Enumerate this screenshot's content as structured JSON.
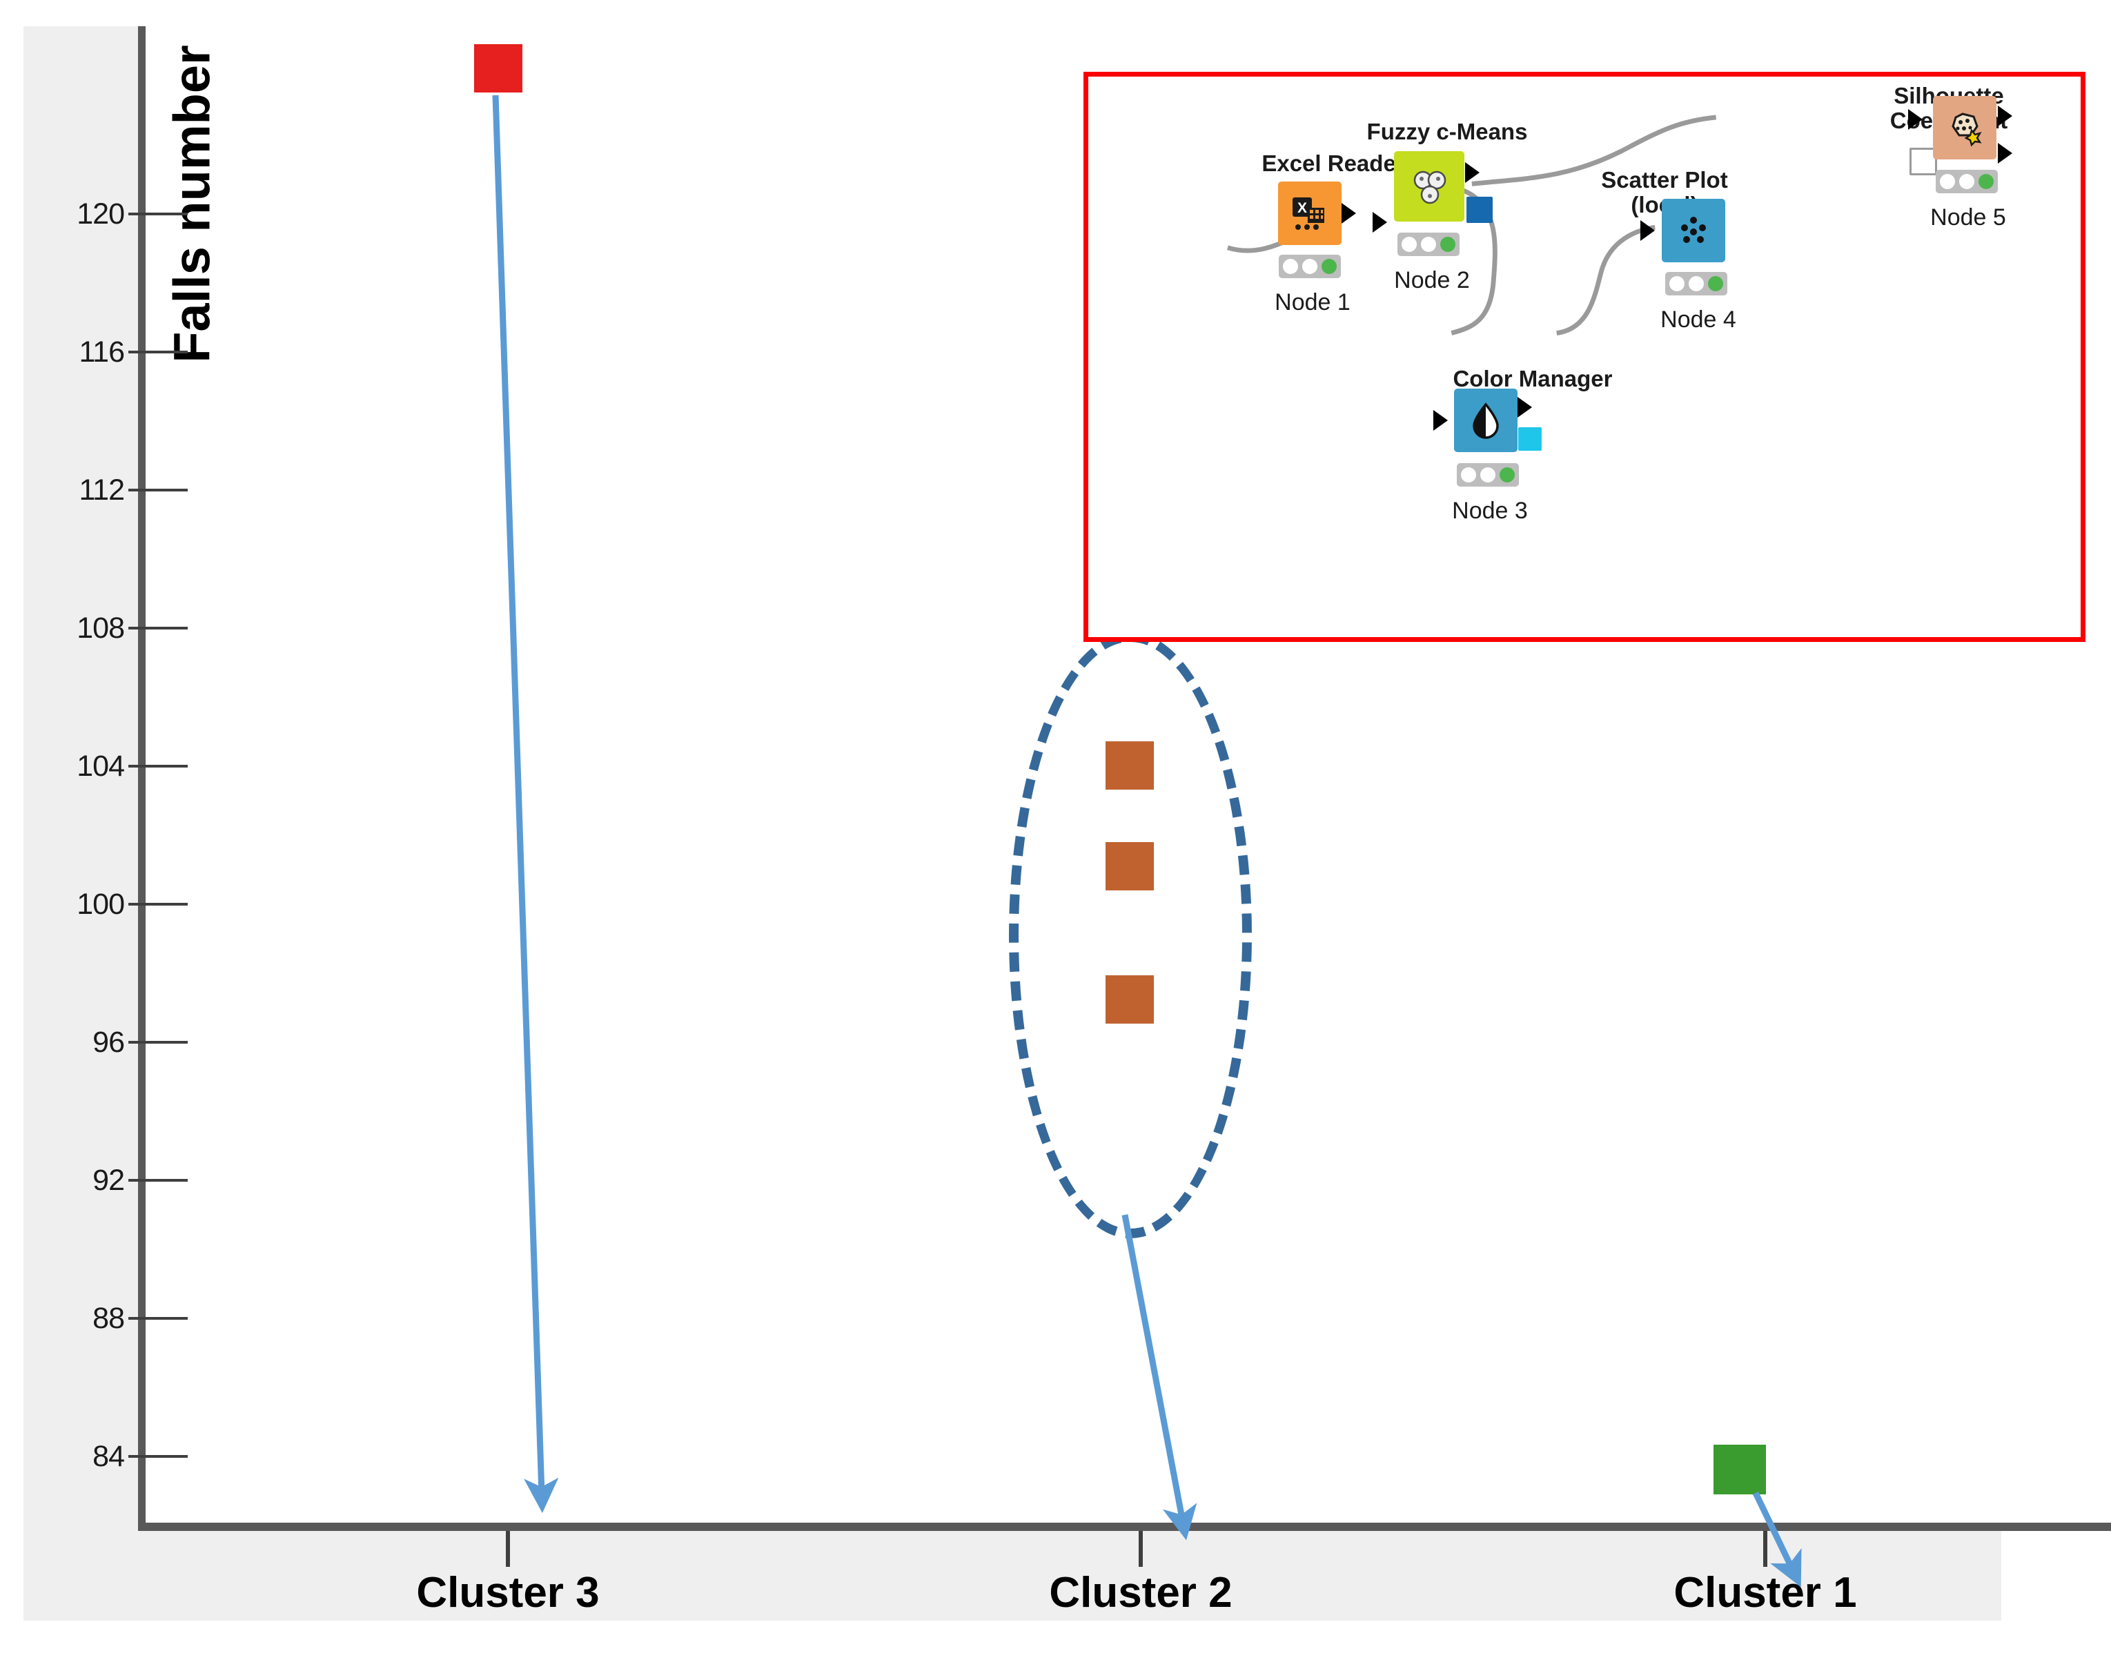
{
  "chart_data": {
    "type": "scatter",
    "title": "",
    "xlabel": "",
    "ylabel": "Falls number",
    "categories": [
      "Cluster 3",
      "Cluster 2",
      "Cluster 1"
    ],
    "ylim": [
      82,
      124
    ],
    "yticks": [
      120,
      116,
      112,
      108,
      104,
      100,
      96,
      92,
      88,
      84
    ],
    "grid": false,
    "legend": "none",
    "series": [
      {
        "name": "Cluster 3",
        "color": "#e61f1f",
        "marker": "square",
        "points": [
          {
            "x": "Cluster 3",
            "y": 123.5
          }
        ]
      },
      {
        "name": "Cluster 2",
        "color": "#bf6230",
        "marker": "square",
        "points": [
          {
            "x": "Cluster 2",
            "y": 104.2
          },
          {
            "x": "Cluster 2",
            "y": 101.5
          },
          {
            "x": "Cluster 2",
            "y": 96.2
          }
        ]
      },
      {
        "name": "Cluster 1",
        "color": "#3a9b2e",
        "marker": "square",
        "points": [
          {
            "x": "Cluster 1",
            "y": 84.6
          }
        ]
      }
    ],
    "annotations": [
      {
        "type": "ellipse",
        "target": "Cluster 2",
        "style": "dashed",
        "color": "#36699a"
      },
      {
        "type": "arrow",
        "from": "cluster-3-marker",
        "to": "Cluster 3",
        "color": "#5b9bd5"
      },
      {
        "type": "arrow",
        "from": "cluster-2-ellipse",
        "to": "Cluster 2",
        "color": "#5b9bd5"
      },
      {
        "type": "arrow",
        "from": "cluster-1-marker",
        "to": "Cluster 1",
        "color": "#5b9bd5"
      }
    ]
  },
  "axes": {
    "y_title": "Falls number",
    "y_ticks": [
      "120",
      "116",
      "112",
      "108",
      "104",
      "100",
      "96",
      "92",
      "88",
      "84"
    ],
    "x_ticks": [
      "Cluster 3",
      "Cluster 2",
      "Cluster 1"
    ]
  },
  "workflow": {
    "border_color": "#fb0000",
    "nodes": [
      {
        "id": "node1",
        "title": "Excel Reader",
        "label": "Node 1",
        "icon": "excel-reader-icon",
        "color": "#f79734",
        "status": "executed"
      },
      {
        "id": "node2",
        "title": "Fuzzy c-Means",
        "label": "Node 2",
        "icon": "fuzzy-c-means-icon",
        "color": "#c4dd1e",
        "status": "executed"
      },
      {
        "id": "node3",
        "title": "Color Manager",
        "label": "Node 3",
        "icon": "color-manager-icon",
        "color": "#3c9dc8",
        "status": "executed"
      },
      {
        "id": "node4",
        "title": "Scatter Plot\n(local)",
        "label": "Node 4",
        "icon": "scatter-plot-icon",
        "color": "#3c9dc8",
        "status": "executed"
      },
      {
        "id": "node5",
        "title": "Silhouette\nCoefficient",
        "label": "Node 5",
        "icon": "silhouette-coefficient-icon",
        "color": "#e3a683",
        "status": "executed"
      }
    ]
  },
  "colors": {
    "cluster3": "#e61f1f",
    "cluster2": "#bf6230",
    "cluster1": "#3a9b2e",
    "annotation_arrow": "#5b9bd5",
    "annotation_ellipse": "#36699a",
    "workflow_border": "#fb0000",
    "plot_bg": "#efefef",
    "axis": "#595959"
  }
}
